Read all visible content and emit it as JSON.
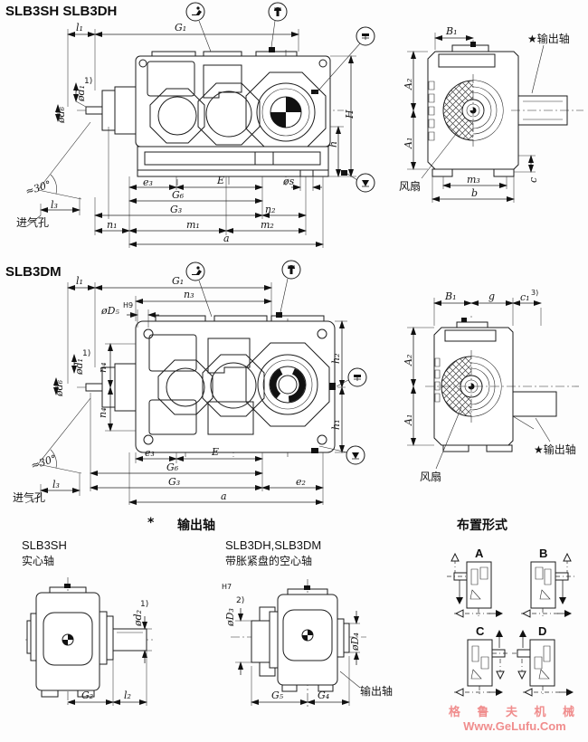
{
  "watermark": {
    "line1": "格 鲁 夫 机 械",
    "line2": "Www.GeLufu.Com",
    "color": "#f08d8d"
  },
  "top_section": {
    "title": "SLB3SH SLB3DH",
    "dims": {
      "l1": "l₁",
      "G1": "G₁",
      "d1": "ød₁",
      "d1_note": "1)",
      "d6": "ød₆",
      "H": "H",
      "h": "h",
      "e3": "e₃",
      "E": "E",
      "s": "øs",
      "G6": "G₆",
      "G3": "G₃",
      "n2": "n₂",
      "n1": "n₁",
      "m1": "m₁",
      "m2": "m₂",
      "a": "a",
      "angle": "≈30°",
      "l3": "l₃"
    },
    "air_inlet": "进气孔",
    "end_view": {
      "B1": "B₁",
      "A2": "A₂",
      "A1": "A₁",
      "m3": "m₃",
      "b": "b",
      "c": "c",
      "output_shaft": "★输出轴",
      "fan": "风扇"
    }
  },
  "mid_section": {
    "title": "SLB3DM",
    "dims": {
      "l1": "l₁",
      "G1": "G₁",
      "n3": "n₃",
      "D5": "øD₅",
      "D5_sup": "H9",
      "d1": "ød₁",
      "d1_note": "1)",
      "d6": "ød₆",
      "n4_upper": "n₄",
      "n4_lower": "n₄",
      "h2": "h₂",
      "h1": "h₁",
      "e3": "e₃",
      "E": "E",
      "G6": "G₆",
      "G3": "G₃",
      "e2": "e₂",
      "a": "a",
      "angle": "≈30°",
      "l3": "l₃"
    },
    "air_inlet": "进气孔",
    "end_view": {
      "B1": "B₁",
      "g": "g",
      "c1": "c₁",
      "c1_sup": "3)",
      "A2": "A₂",
      "A1": "A₁",
      "output_shaft": "★输出轴",
      "fan": "风扇"
    }
  },
  "bottom_section": {
    "heading_star": "*",
    "heading": "输出轴",
    "solid_shaft": {
      "model": "SLB3SH",
      "type_label": "实心轴",
      "dims": {
        "d2": "ød₂",
        "d2_note": "1)",
        "G2": "G₂",
        "l2": "l₂"
      }
    },
    "hollow_shaft": {
      "model": "SLB3DH,SLB3DM",
      "type_label": "带胀紧盘的空心轴",
      "dims": {
        "D3": "øD₃",
        "D3_sup": "H7",
        "D3_note": "2)",
        "D4": "øD₄",
        "G5": "G₅",
        "G4": "G₄"
      },
      "output_shaft": "输出轴"
    },
    "arrangements": {
      "title": "布置形式",
      "variants": [
        "A",
        "B",
        "C",
        "D"
      ]
    }
  }
}
